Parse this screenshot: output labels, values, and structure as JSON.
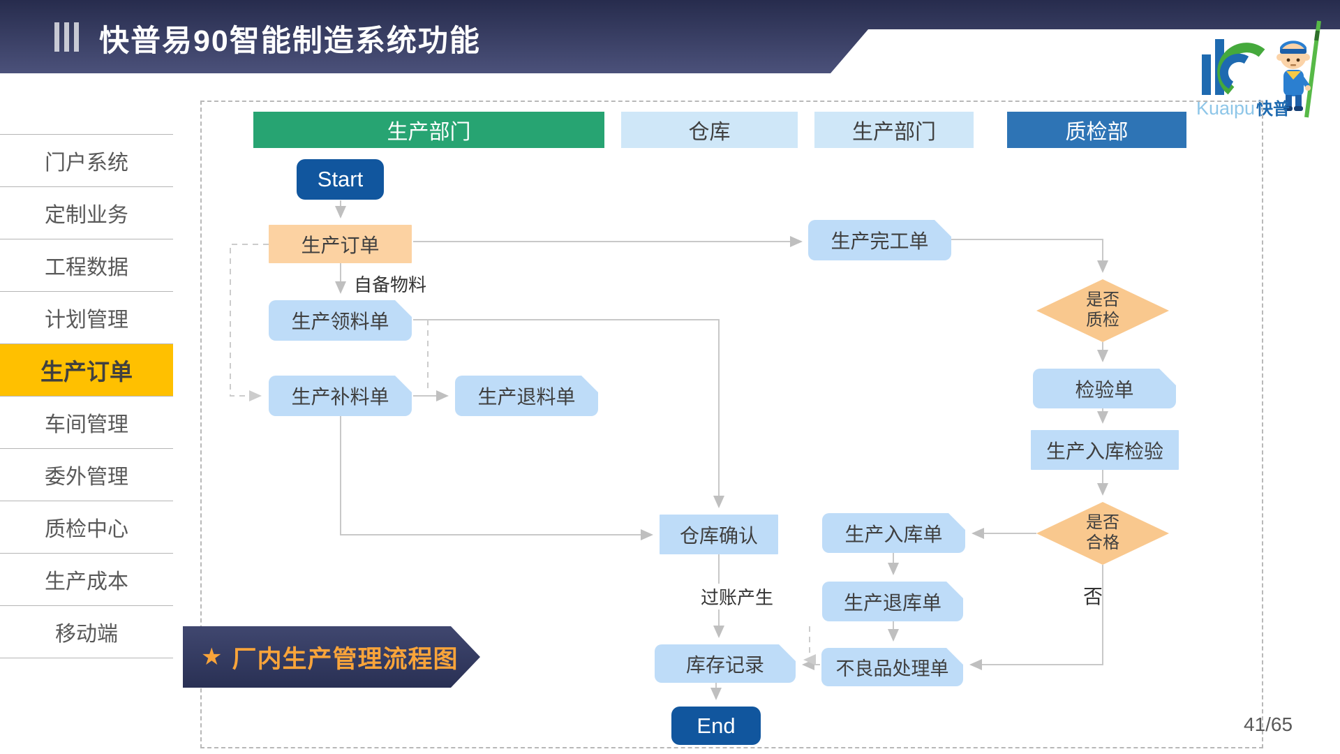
{
  "slide": {
    "title": "快普易90智能制造系统功能",
    "page_number": "41/65"
  },
  "logo": {
    "brand_en": "Kuaipu",
    "brand_zh": "快普"
  },
  "sidebar": {
    "items": [
      {
        "label": "门户系统",
        "active": false
      },
      {
        "label": "定制业务",
        "active": false
      },
      {
        "label": "工程数据",
        "active": false
      },
      {
        "label": "计划管理",
        "active": false
      },
      {
        "label": "生产订单",
        "active": true
      },
      {
        "label": "车间管理",
        "active": false
      },
      {
        "label": "委外管理",
        "active": false
      },
      {
        "label": "质检中心",
        "active": false
      },
      {
        "label": "生产成本",
        "active": false
      },
      {
        "label": "移动端",
        "active": false
      }
    ]
  },
  "lanes": [
    {
      "label": "生产部门",
      "style": "green"
    },
    {
      "label": "仓库",
      "style": "light"
    },
    {
      "label": "生产部门",
      "style": "light"
    },
    {
      "label": "质检部",
      "style": "blue"
    }
  ],
  "flow": {
    "nodes": {
      "start": {
        "label": "Start"
      },
      "production_order": {
        "label": "生产订单"
      },
      "material_pick": {
        "label": "生产领料单"
      },
      "material_refill": {
        "label": "生产补料单"
      },
      "material_return": {
        "label": "生产退料单"
      },
      "finish_order": {
        "label": "生产完工单"
      },
      "qc_decision": {
        "line1": "是否",
        "line2": "质检"
      },
      "inspection_order": {
        "label": "检验单"
      },
      "inbound_inspection": {
        "label": "生产入库检验"
      },
      "qualified_decision": {
        "line1": "是否",
        "line2": "合格"
      },
      "warehouse_confirm": {
        "label": "仓库确认"
      },
      "inbound_order": {
        "label": "生产入库单"
      },
      "stock_return_order": {
        "label": "生产退库单"
      },
      "stock_record": {
        "label": "库存记录"
      },
      "defect_handle_order": {
        "label": "不良品处理单"
      },
      "end": {
        "label": "End"
      }
    },
    "edge_labels": {
      "self_material": "自备物料",
      "posting": "过账产生",
      "no": "否"
    }
  },
  "banner": {
    "star": "★",
    "label": "厂内生产管理流程图"
  },
  "colors": {
    "header_navy": "#2b3054",
    "sidebar_active": "#ffc000",
    "lane_green": "#27a472",
    "lane_blue": "#2e74b5",
    "node_blue": "#bedcf8",
    "node_orange": "#fcd2a2",
    "terminal_blue": "#11569e",
    "connector_gray": "#c8c8c8",
    "banner_text_orange": "#f9a43a"
  }
}
